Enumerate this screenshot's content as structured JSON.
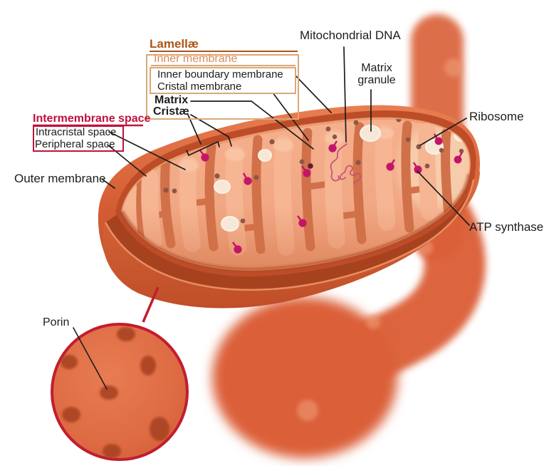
{
  "figure": {
    "subject": "Mitochondrion cross-section diagram",
    "inset_subject": "Outer membrane magnified (porin pores)"
  },
  "labels": {
    "lamellae": "Lamellæ",
    "inner_membrane": "Inner membrane",
    "inner_boundary_membrane": "Inner boundary membrane",
    "cristal_membrane": "Cristal membrane",
    "matrix": "Matrix",
    "cristae": "Cristæ",
    "intermembrane_space": "Intermembrane space",
    "intracristal_space": "Intracristal space",
    "peripheral_space": "Peripheral space",
    "outer_membrane": "Outer membrane",
    "mitochondrial_dna": "Mitochondrial DNA",
    "matrix_granule": "Matrix\ngranule",
    "ribosome": "Ribosome",
    "atp_synthase": "ATP synthase",
    "porin": "Porin"
  },
  "colors": {
    "label_black": "#1d1d1b",
    "lamellae_orange": "#ac5418",
    "inner_membrane_orange": "#db8a55",
    "box_tan": "#d9a878",
    "crimson": "#c0123c",
    "porin_ring": "#c21d2e",
    "membrane_orange": "#d96a42",
    "matrix_peach": "#f2a582",
    "atp_magenta": "#c51568",
    "dna_pink": "#c5507a",
    "ribosome_brown": "#8b5645",
    "granule_cream": "#f7e7d6"
  }
}
